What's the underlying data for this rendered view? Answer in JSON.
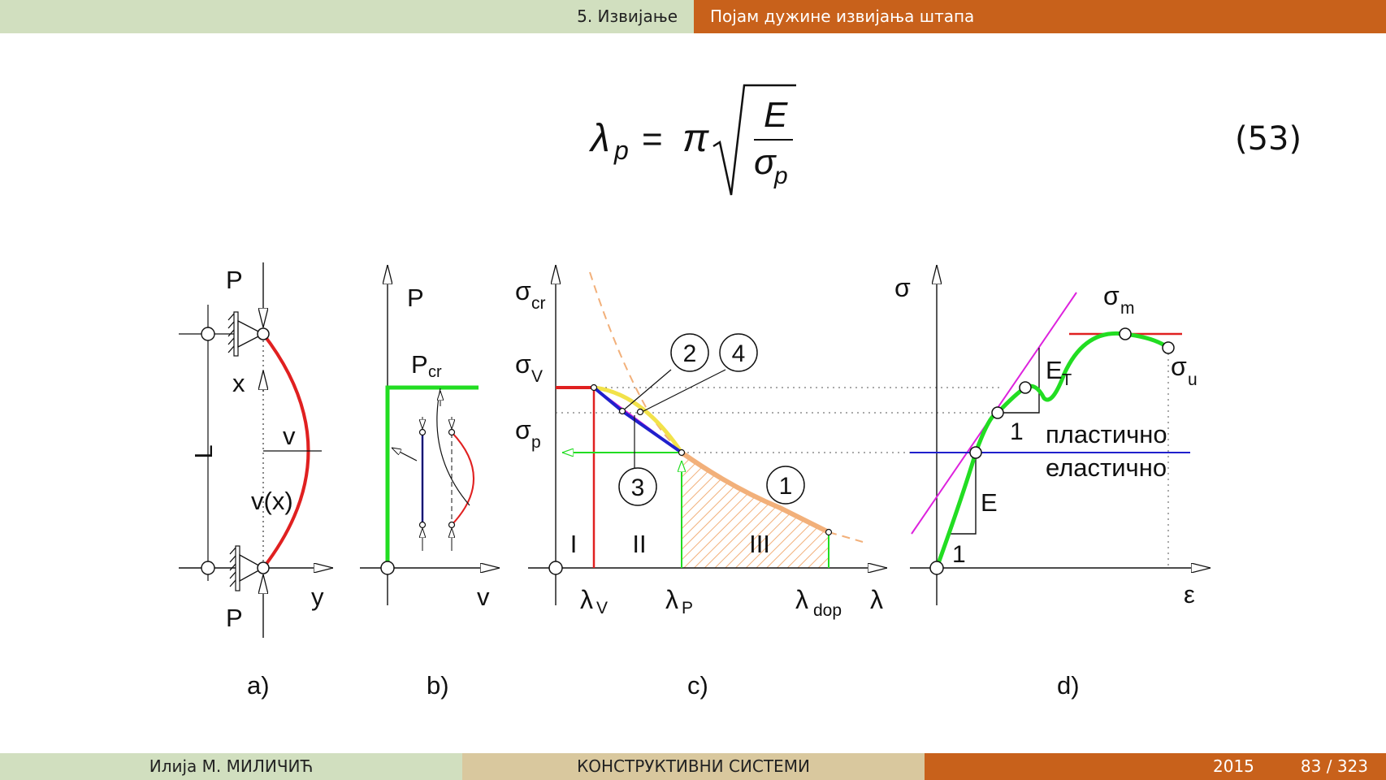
{
  "header": {
    "section": "5. Извијање",
    "subsection": "Појам дужине извијања штапа"
  },
  "equation": {
    "lhs": "λ",
    "lhs_sub": "p",
    "eq": "=",
    "pi": "π",
    "num": "E",
    "den": "σ",
    "den_sub": "p",
    "number": "(53)"
  },
  "figure": {
    "a": {
      "caption": "a)",
      "P_top": "P",
      "P_bottom": "P",
      "L": "L",
      "x": "x",
      "v": "v",
      "vx": "v(x)",
      "y": "y"
    },
    "b": {
      "caption": "b)",
      "P": "P",
      "Pcr": "P",
      "Pcr_sub": "cr",
      "v": "v"
    },
    "c": {
      "caption": "c)",
      "sigma_cr": "σ",
      "sigma_cr_sub": "cr",
      "sigma_V": "σ",
      "sigma_V_sub": "V",
      "sigma_p": "σ",
      "sigma_p_sub": "p",
      "lambda_V": "λ",
      "lambda_V_sub": "V",
      "lambda_P": "λ",
      "lambda_P_sub": "P",
      "lambda_dop": "λ",
      "lambda_dop_sub": "dop",
      "lambda": "λ",
      "circle1": "1",
      "circle2": "2",
      "circle3": "3",
      "circle4": "4",
      "region1": "I",
      "region2": "II",
      "region3": "III"
    },
    "d": {
      "caption": "d)",
      "sigma": "σ",
      "sigma_m": "σ",
      "sigma_m_sub": "m",
      "sigma_u": "σ",
      "sigma_u_sub": "u",
      "ET": "E",
      "ET_sub": "T",
      "one_a": "1",
      "one_b": "1",
      "E": "E",
      "plastic": "пластично",
      "elastic": "еластично",
      "epsilon": "ε"
    }
  },
  "footer": {
    "author": "Илија М. МИЛИЧИЋ",
    "title": "КОНСТРУКТИВНИ СИСТЕМИ",
    "year": "2015",
    "page": "83 / 323"
  },
  "colors": {
    "green": "#22dd22",
    "red": "#e02020",
    "blue": "#2020cc",
    "orange": "#f2b07a",
    "magenta": "#dd22dd",
    "header_green": "#d1dfbf",
    "header_orange": "#c8611b"
  }
}
